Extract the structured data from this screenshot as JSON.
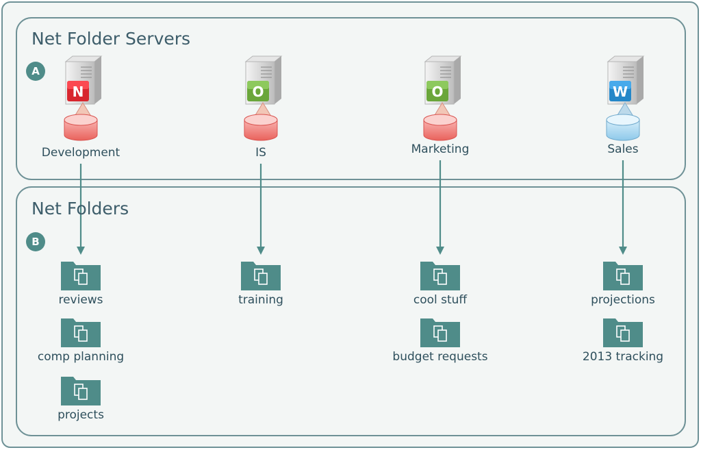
{
  "sections": {
    "servers": {
      "title": "Net Folder Servers",
      "badge": "A"
    },
    "folders": {
      "title": "Net Folders",
      "badge": "B"
    }
  },
  "columns": [
    {
      "server": {
        "name": "Development",
        "os_letter": "N",
        "os_color": "#d8262e",
        "disk": "red"
      },
      "folders": [
        "reviews",
        "comp planning",
        "projects"
      ]
    },
    {
      "server": {
        "name": "IS",
        "os_letter": "O",
        "os_color": "#6aa63a",
        "disk": "red"
      },
      "folders": [
        "training"
      ]
    },
    {
      "server": {
        "name": "Marketing",
        "os_letter": "O",
        "os_color": "#6aa63a",
        "disk": "red"
      },
      "folders": [
        "cool stuff",
        "budget requests"
      ]
    },
    {
      "server": {
        "name": "Sales",
        "os_letter": "W",
        "os_color": "#2487c8",
        "disk": "blue"
      },
      "folders": [
        "projections",
        "2013 tracking"
      ]
    }
  ],
  "colors": {
    "panel_fill": "#f3f6f5",
    "panel_border": "#6e9196",
    "accent": "#4f8c89",
    "folder_fill": "#4f8c89",
    "text": "#2e4f5c"
  },
  "icons": {
    "server": "server-icon",
    "storage": "storage-disk-icon",
    "folder": "net-folder-icon"
  }
}
